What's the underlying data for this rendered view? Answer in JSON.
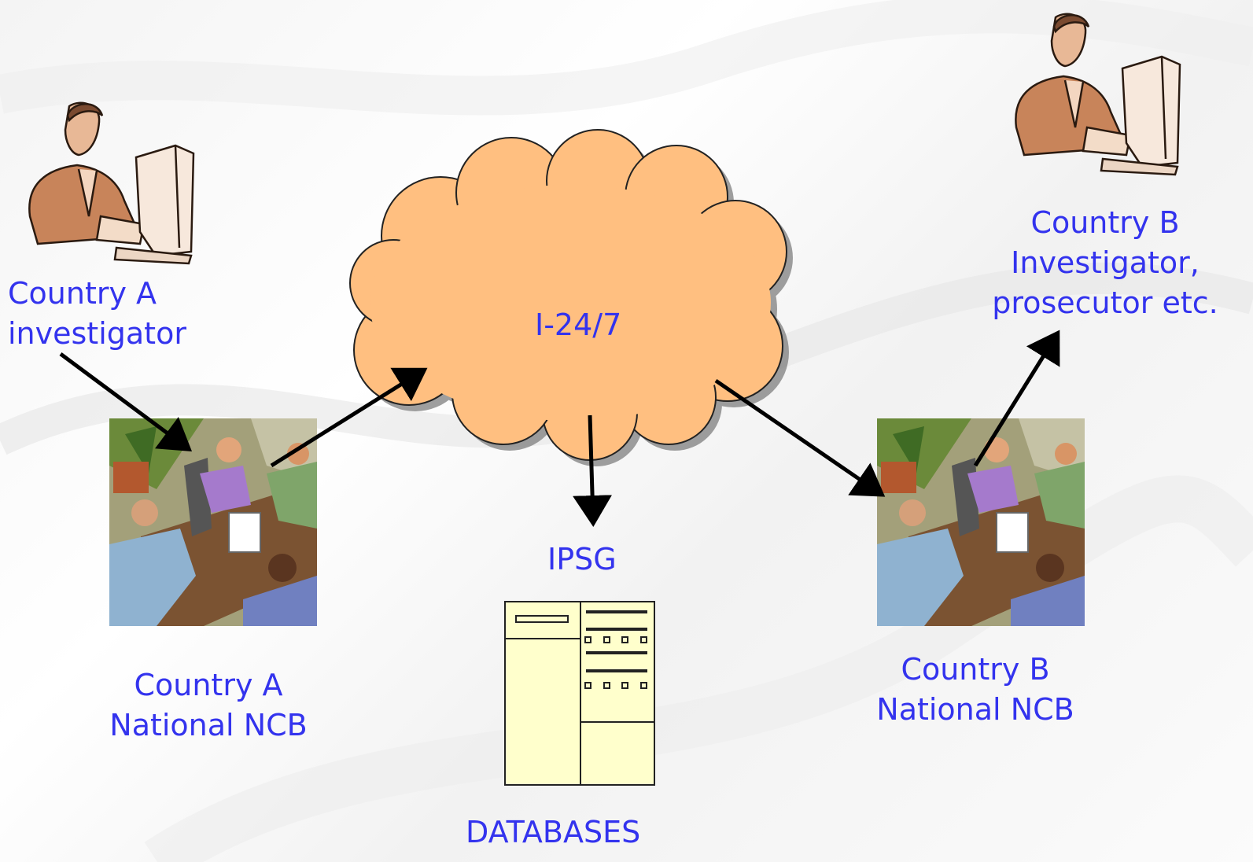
{
  "cloud_label": "I-24/7",
  "country_a": {
    "investigator": [
      "Country A",
      "investigator"
    ],
    "ncb": [
      "Country A",
      "National NCB"
    ]
  },
  "country_b": {
    "investigator": [
      "Country B",
      "Investigator,",
      "prosecutor etc."
    ],
    "ncb": [
      "Country B",
      "National NCB"
    ]
  },
  "ipsg_label": "IPSG",
  "databases_label": "DATABASES",
  "colors": {
    "text": "#3333ee",
    "cloud_fill": "#ffbf80",
    "database_fill": "#ffffcc",
    "arrow": "#000000"
  }
}
